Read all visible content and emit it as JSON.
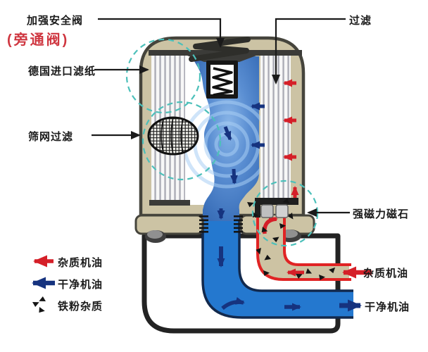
{
  "diagram": {
    "callouts": {
      "safety_valve": "加强安全阀",
      "bypass_valve": "(旁通阀)",
      "filter_paper": "德国进口滤纸",
      "mesh_filter": "筛网过滤",
      "filtration": "过滤",
      "magnet": "强磁力磁石"
    },
    "legend": [
      {
        "label": "杂质机油",
        "symbol": "red-arrow-left"
      },
      {
        "label": "干净机油",
        "symbol": "blue-arrow-left"
      },
      {
        "label": "铁粉杂质",
        "symbol": "black-triangles"
      }
    ],
    "flows": {
      "dirty_oil_in": "杂质机油",
      "clean_oil_out": "干净机油"
    },
    "colors": {
      "dirty_oil_red": "#d51f28",
      "clean_oil_blue": "#16337f",
      "shell_tan": "#ccc3a4",
      "oil_blue": "#4a7fc1",
      "pipe_blue": "#2478cf",
      "pipe_red_border": "#e02424",
      "highlight_teal": "#4cc0ba"
    }
  }
}
